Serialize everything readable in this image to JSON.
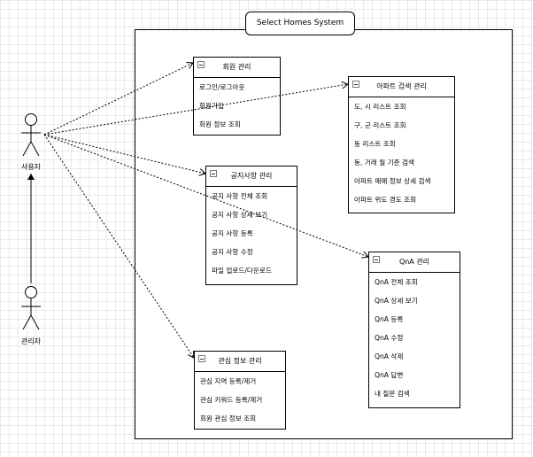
{
  "system": {
    "title": "Select Homes System"
  },
  "actors": [
    {
      "label": "사용자"
    },
    {
      "label": "관리자"
    }
  ],
  "boxes": {
    "member": {
      "title": "회원 관리",
      "items": [
        "로그인/로그아웃",
        "회원가입",
        "회원 정보 조회"
      ]
    },
    "apartment": {
      "title": "아파트 검색 관리",
      "items": [
        "도, 시 리스트 조회",
        "구, 군 리스트 조회",
        "동 리스트 조회",
        "동, 거래 월 기준 검색",
        "아파트 매매 정보 상세 검색",
        "아파트 위도 경도 조회"
      ]
    },
    "notice": {
      "title": "공지사항 관리",
      "items": [
        "공지 사항 전체 조회",
        "공지 사항 상세 보기",
        "공지 사항 등록",
        "공지 사항 수정",
        "파일 업로드/다운로드"
      ]
    },
    "qna": {
      "title": "QnA 관리",
      "items": [
        "QnA 전체 조회",
        "QnA 상세 보기",
        "QnA 등록",
        "QnA 수정",
        "QnA 삭제",
        "QnA 답변",
        "내 질문 검색"
      ]
    },
    "interest": {
      "title": "관심 정보 관리",
      "items": [
        "관심 지역 등록/제거",
        "관심 키워드 등록/제거",
        "회원 관심 정보 조회"
      ]
    }
  }
}
